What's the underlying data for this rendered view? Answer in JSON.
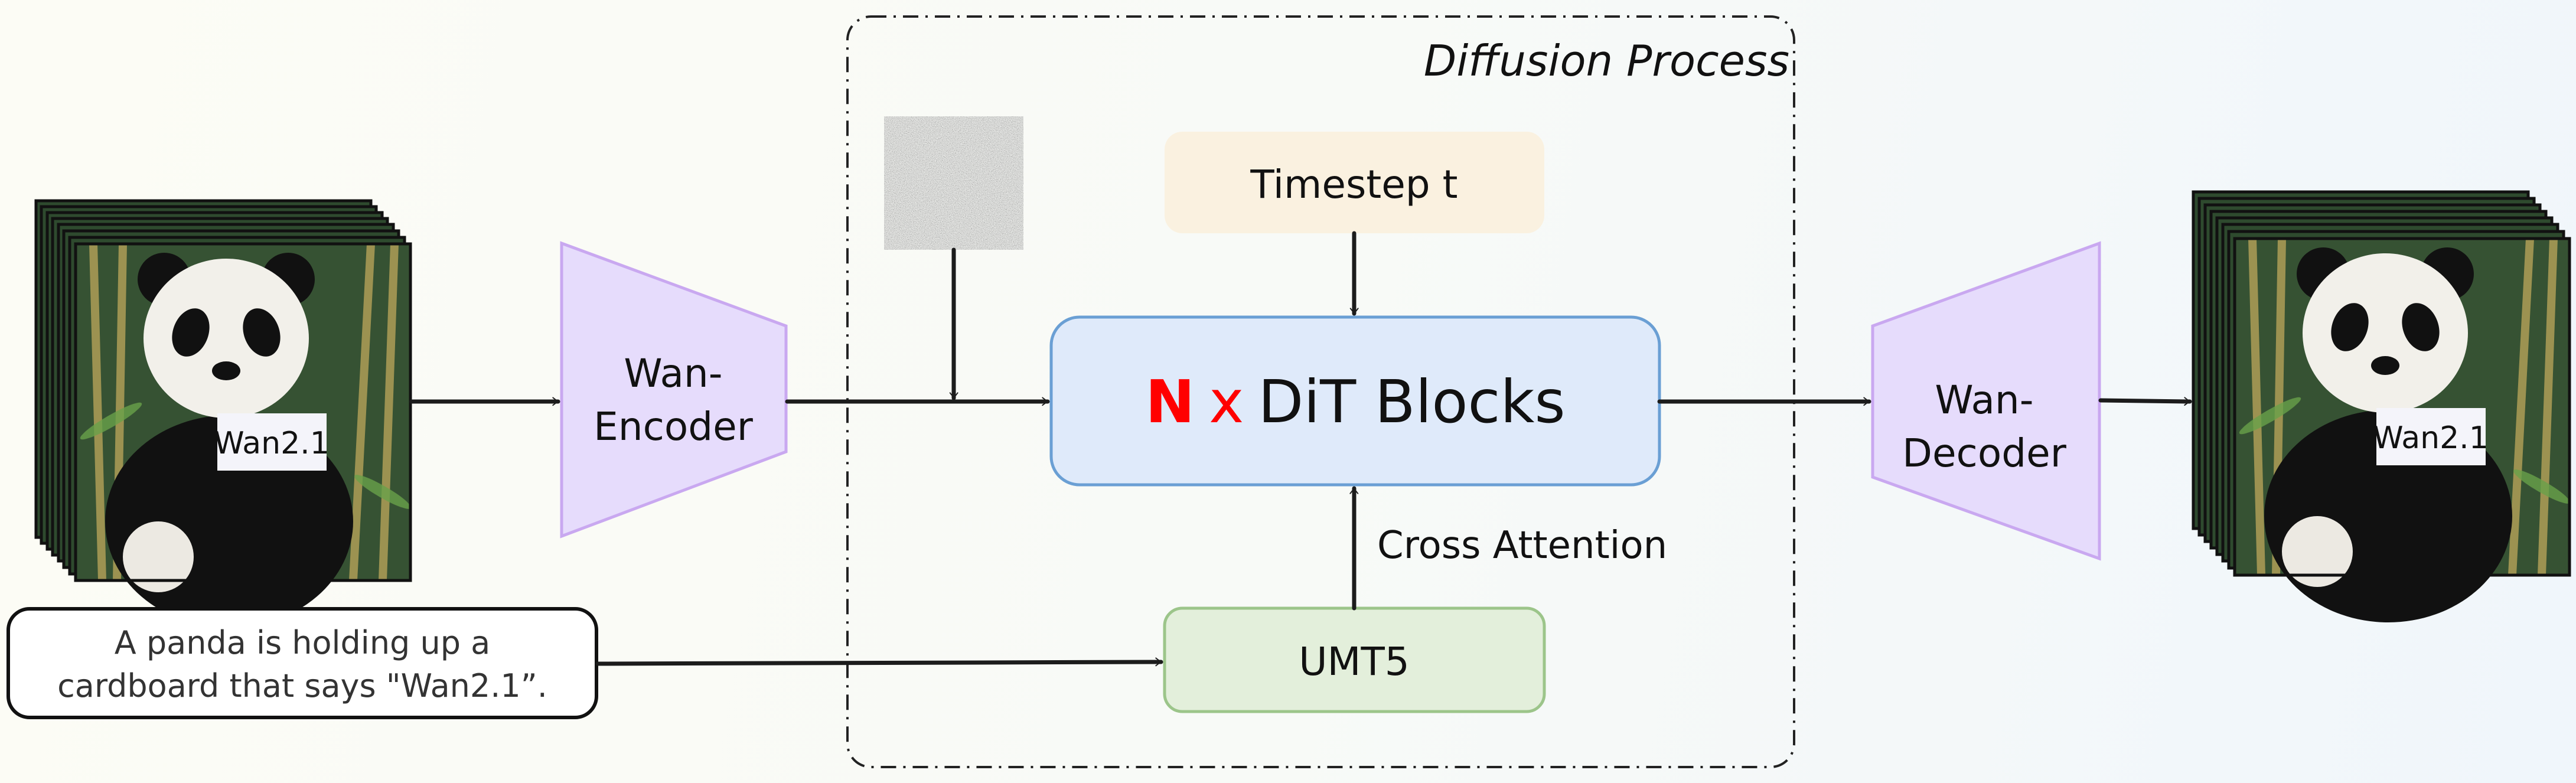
{
  "diagram": {
    "diffusion_process_label": "Diffusion Process",
    "timestep_label": "Timestep t",
    "dit_blocks": {
      "n": "N",
      "x": "x",
      "label": "DiT Blocks"
    },
    "cross_attention_label": "Cross Attention",
    "text_encoder_label": "UMT5",
    "encoder_label": [
      "Wan-",
      "Encoder"
    ],
    "decoder_label": [
      "Wan-",
      "Decoder"
    ],
    "prompt": [
      "A panda is holding up a",
      "cardboard that says \"Wan2.1”."
    ],
    "input_video_sign": "Wan2.1",
    "output_video_sign": "Wan2.1"
  },
  "colors": {
    "encoder_fill": "#e6dcfc",
    "encoder_stroke": "#c9a8f0",
    "timestep_fill": "#faf1e0",
    "dit_fill": "#dfeafa",
    "dit_stroke": "#6a9fd4",
    "umt5_fill": "#e3efdb",
    "umt5_stroke": "#9cc58a",
    "highlight_red": "#ff0000"
  }
}
